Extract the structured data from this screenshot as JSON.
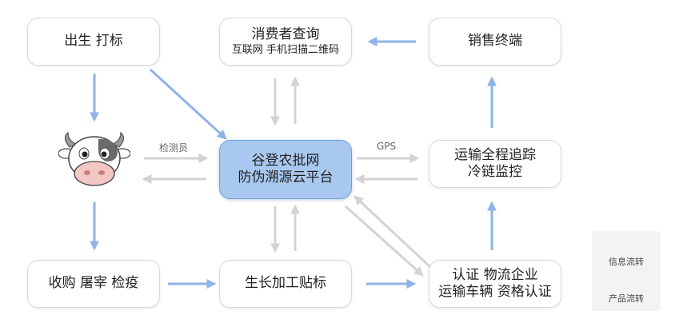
{
  "nodes": {
    "birth": "出生 打标",
    "consumer_l1": "消费者查询",
    "consumer_l2": "互联网 手机扫描二维码",
    "sales": "销售终端",
    "center_l1": "谷登农批网",
    "center_l2": "防伪溯源云平台",
    "transport_l1": "运输全程追踪",
    "transport_l2": "冷链监控",
    "purchase": "收购 屠宰 检疫",
    "processing": "生长加工贴标",
    "cert_l1": "认证 物流企业",
    "cert_l2": "运输车辆 资格认证"
  },
  "labels": {
    "inspector": "检测员",
    "gps": "GPS"
  },
  "legend": {
    "info_flow": "信息流转",
    "product_flow": "产品流转"
  },
  "colors": {
    "info_arrow": "#d3d3d3",
    "product_arrow": "#8fb2e8",
    "center_fill": "#a9c8ef",
    "center_border": "#6f9fdb"
  },
  "icons": {
    "cow": "cow-face-icon"
  }
}
